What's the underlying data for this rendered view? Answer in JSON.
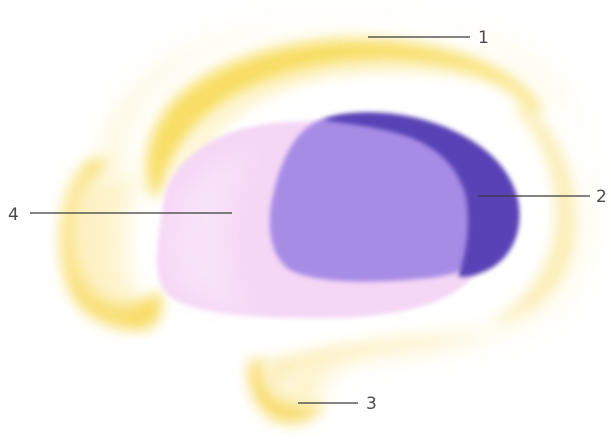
{
  "colors": {
    "background": "#ffffff",
    "yellow_band": "#f6d23a",
    "yellow_light": "#fbeaa0",
    "pink_region": "#f3d4f4",
    "lavender_region": "#a58ae6",
    "dark_purple_region": "#5a46b8",
    "label_text": "#4a4a4a",
    "leader_line": "#3a3a3a"
  },
  "callouts": [
    {
      "id": "1",
      "label": "1"
    },
    {
      "id": "2",
      "label": "2"
    },
    {
      "id": "3",
      "label": "3"
    },
    {
      "id": "4",
      "label": "4"
    }
  ]
}
